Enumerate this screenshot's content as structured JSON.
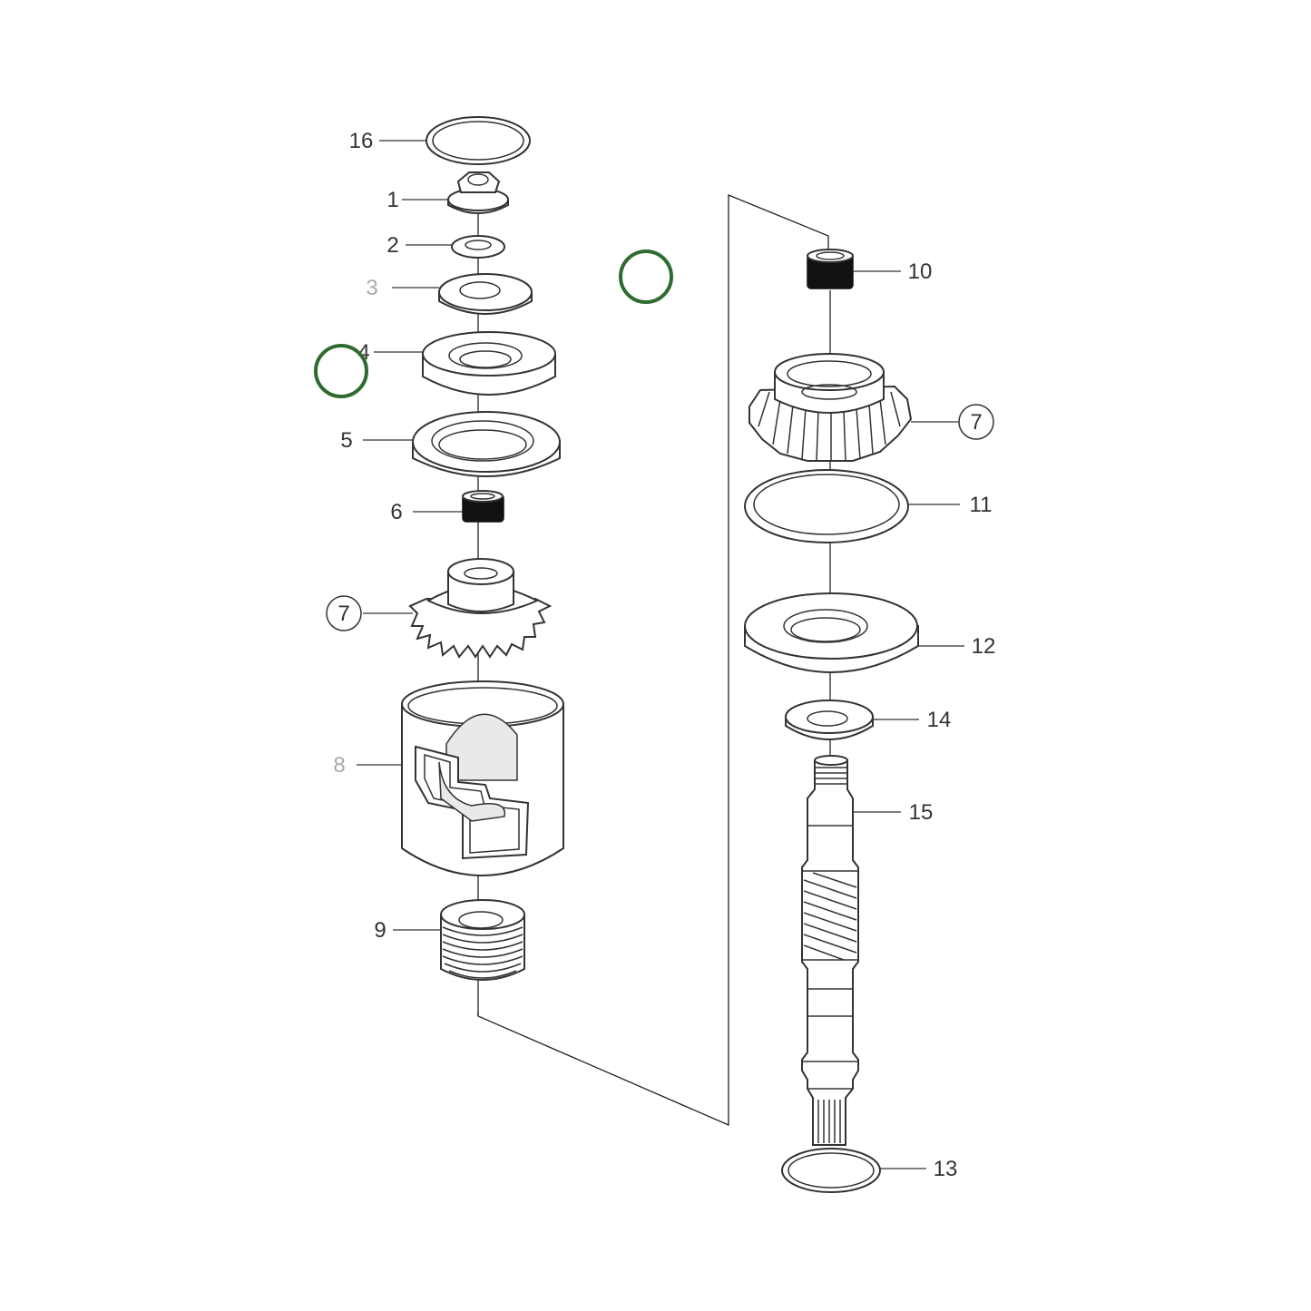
{
  "parts": {
    "p1": "1",
    "p2": "2",
    "p3": "3",
    "p4": "4",
    "p5": "5",
    "p6": "6",
    "p7a": "7",
    "p7b": "7",
    "p8": "8",
    "p9": "9",
    "p10": "10",
    "p11": "11",
    "p12": "12",
    "p13": "13",
    "p14": "14",
    "p15": "15",
    "p16": "16"
  },
  "colors": {
    "line": "#333333",
    "highlight": "#2e6b2e",
    "label_muted": "#a9a9a9"
  }
}
